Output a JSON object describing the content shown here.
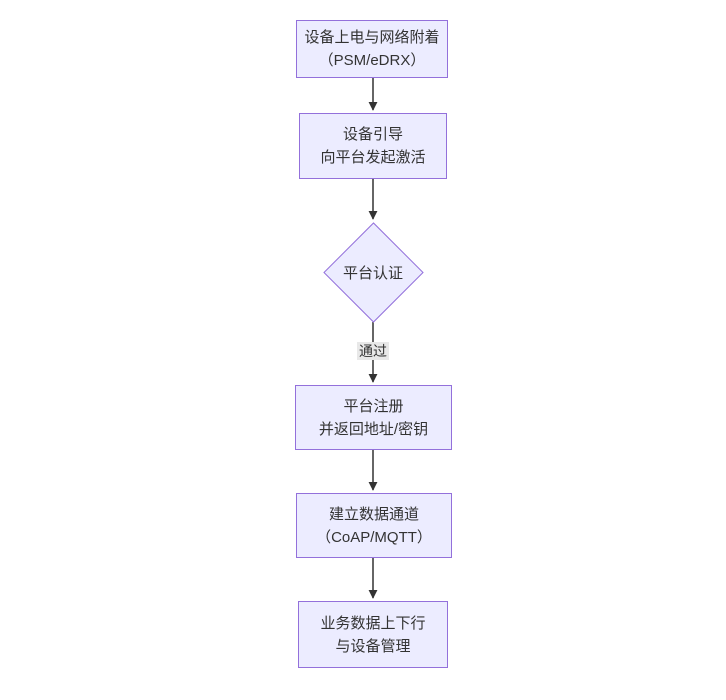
{
  "diagram": {
    "type": "flowchart",
    "direction": "top-down",
    "nodes": [
      {
        "id": "power-attach",
        "shape": "rect",
        "lines": [
          "设备上电与网络附着",
          "（PSM/eDRX）"
        ]
      },
      {
        "id": "bootstrap",
        "shape": "rect",
        "lines": [
          "设备引导",
          "向平台发起激活"
        ]
      },
      {
        "id": "platform-auth",
        "shape": "diamond",
        "lines": [
          "平台认证"
        ]
      },
      {
        "id": "register",
        "shape": "rect",
        "lines": [
          "平台注册",
          "并返回地址/密钥"
        ]
      },
      {
        "id": "data-channel",
        "shape": "rect",
        "lines": [
          "建立数据通道",
          "（CoAP/MQTT）"
        ]
      },
      {
        "id": "business",
        "shape": "rect",
        "lines": [
          "业务数据上下行",
          "与设备管理"
        ]
      }
    ],
    "edges": [
      {
        "from": "power-attach",
        "to": "bootstrap",
        "label": ""
      },
      {
        "from": "bootstrap",
        "to": "platform-auth",
        "label": ""
      },
      {
        "from": "platform-auth",
        "to": "register",
        "label": "通过"
      },
      {
        "from": "register",
        "to": "data-channel",
        "label": ""
      },
      {
        "from": "data-channel",
        "to": "business",
        "label": ""
      }
    ],
    "colors": {
      "node_fill": "#ECECFF",
      "node_border": "#9370DB",
      "text": "#333333",
      "edge": "#333333",
      "edge_label_bg": "#E8E8E8",
      "background": "#FFFFFF"
    }
  }
}
